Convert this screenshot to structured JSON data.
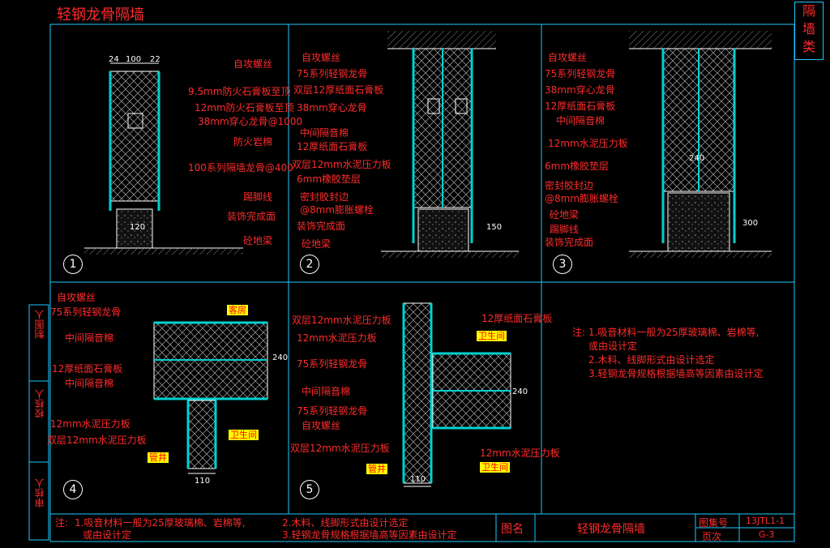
{
  "title": "轻钢龙骨隔墙",
  "side_label": [
    "隔",
    "墙",
    "类"
  ],
  "left_margin": [
    "制图人",
    "校核人",
    "审核人"
  ],
  "d1": {
    "number": "1",
    "dims_top": [
      "24",
      "100",
      "22"
    ],
    "dim_bottom": "120",
    "labels": [
      "自攻螺丝",
      "9.5mm防火石膏板至顶",
      "12mm防火石膏板至顶",
      "38mm穿心龙骨@1000",
      "防火岩棉",
      "100系列隔墙龙骨@400",
      "踢脚线",
      "装饰完成面",
      "砼地梁"
    ]
  },
  "d2": {
    "number": "2",
    "dim": "150",
    "labels": [
      "自攻螺丝",
      "75系列轻钢龙骨",
      "双层12厚纸面石膏板",
      "38mm穿心龙骨",
      "中间隔音棉",
      "12厚纸面石膏板",
      "双层12mm水泥压力板",
      "6mm橡胶垫层",
      "密封胶封边",
      "@8mm膨胀螺栓",
      "装饰完成面",
      "砼地梁"
    ]
  },
  "d3": {
    "number": "3",
    "dims": [
      "240",
      "300"
    ],
    "labels": [
      "自攻螺丝",
      "75系列轻钢龙骨",
      "38mm穿心龙骨",
      "12厚纸面石膏板",
      "中间隔音棉",
      "12mm水泥压力板",
      "6mm橡胶垫层",
      "密封胶封边",
      "@8mm膨胀螺栓",
      "砼地梁",
      "踢脚线",
      "装饰完成面"
    ]
  },
  "d4": {
    "number": "4",
    "dims": [
      "240",
      "110"
    ],
    "badges": [
      "客房",
      "卫生间",
      "管井"
    ],
    "labels": [
      "自攻螺丝",
      "75系列轻钢龙骨",
      "中间隔音棉",
      "12厚纸面石膏板",
      "中间隔音棉",
      "12mm水泥压力板",
      "双层12mm水泥压力板"
    ]
  },
  "d5": {
    "number": "5",
    "dims": [
      "240",
      "110"
    ],
    "badges": [
      "卫生间",
      "管井",
      "卫生间"
    ],
    "labels_left": [
      "双层12mm水泥压力板",
      "12mm水泥压力板",
      "75系列轻钢龙骨",
      "中间隔音棉",
      "75系列轻钢龙骨",
      "自攻螺丝",
      "双层12mm水泥压力板"
    ],
    "labels_right": [
      "12厚纸面石膏板",
      "12mm水泥压力板"
    ]
  },
  "notes": {
    "head": "注:",
    "items": [
      "1.吸音材料一般为25厚玻璃棉、岩棉等,",
      "   或由设计定",
      "2.木料、线脚形式由设计选定",
      "3.轻钢龙骨规格根据墙高等因素由设计定"
    ]
  },
  "footer": {
    "note_head": "注:",
    "note1": "1.吸音材料一般为25厚玻璃棉、岩棉等,",
    "note1b": "或由设计定",
    "note2": "2.木料、线脚形式由设计选定",
    "note3": "3.轻钢龙骨规格根据墙高等因素由设计定",
    "name_label": "图名",
    "name_value": "轻钢龙骨隔墙",
    "code_label": "图集号",
    "code_value": "13JTL1-1",
    "page_label": "页次",
    "page_value": "G-3"
  },
  "colors": {
    "frame": "#1ec8ff",
    "text": "#ff2b2b",
    "line": "#ffffff",
    "wall": "#00d0d0",
    "accent": "#ffff00"
  }
}
